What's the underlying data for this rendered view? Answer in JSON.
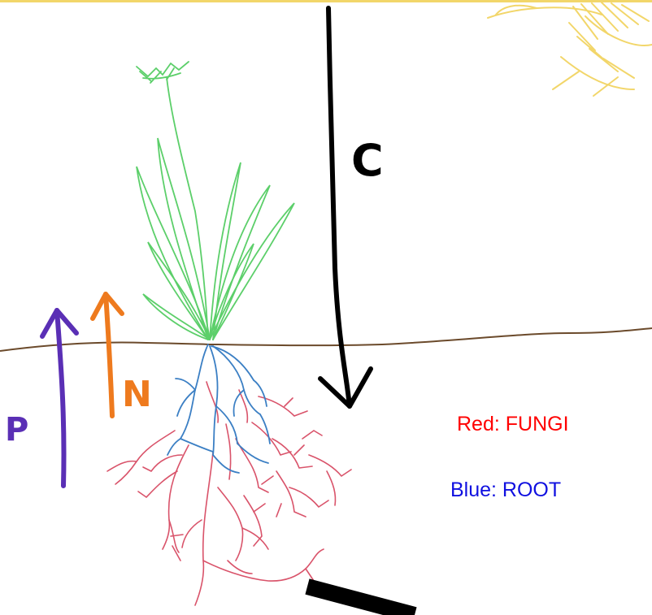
{
  "labels": {
    "carbon": "C",
    "nitrogen": "N",
    "phosphorus": "P"
  },
  "legend": {
    "fungi": "Red: FUNGI",
    "root": "Blue: ROOT"
  },
  "colors": {
    "fungi": "#d9536a",
    "root": "#3b7fc4",
    "plant": "#5ccf6a",
    "soil_line": "#6b4a2b",
    "carbon_arrow": "#000000",
    "nitrogen_arrow": "#ee7a1e",
    "phosphorus_arrow": "#5a2fb5",
    "sun": "#f2d66a",
    "legend_fungi_text": "#ff0000",
    "legend_root_text": "#1010e0"
  },
  "icons": {
    "sun": "sun-sketch-icon",
    "plant": "grass-plant-icon",
    "pointer": "pointer-arrow-icon"
  }
}
